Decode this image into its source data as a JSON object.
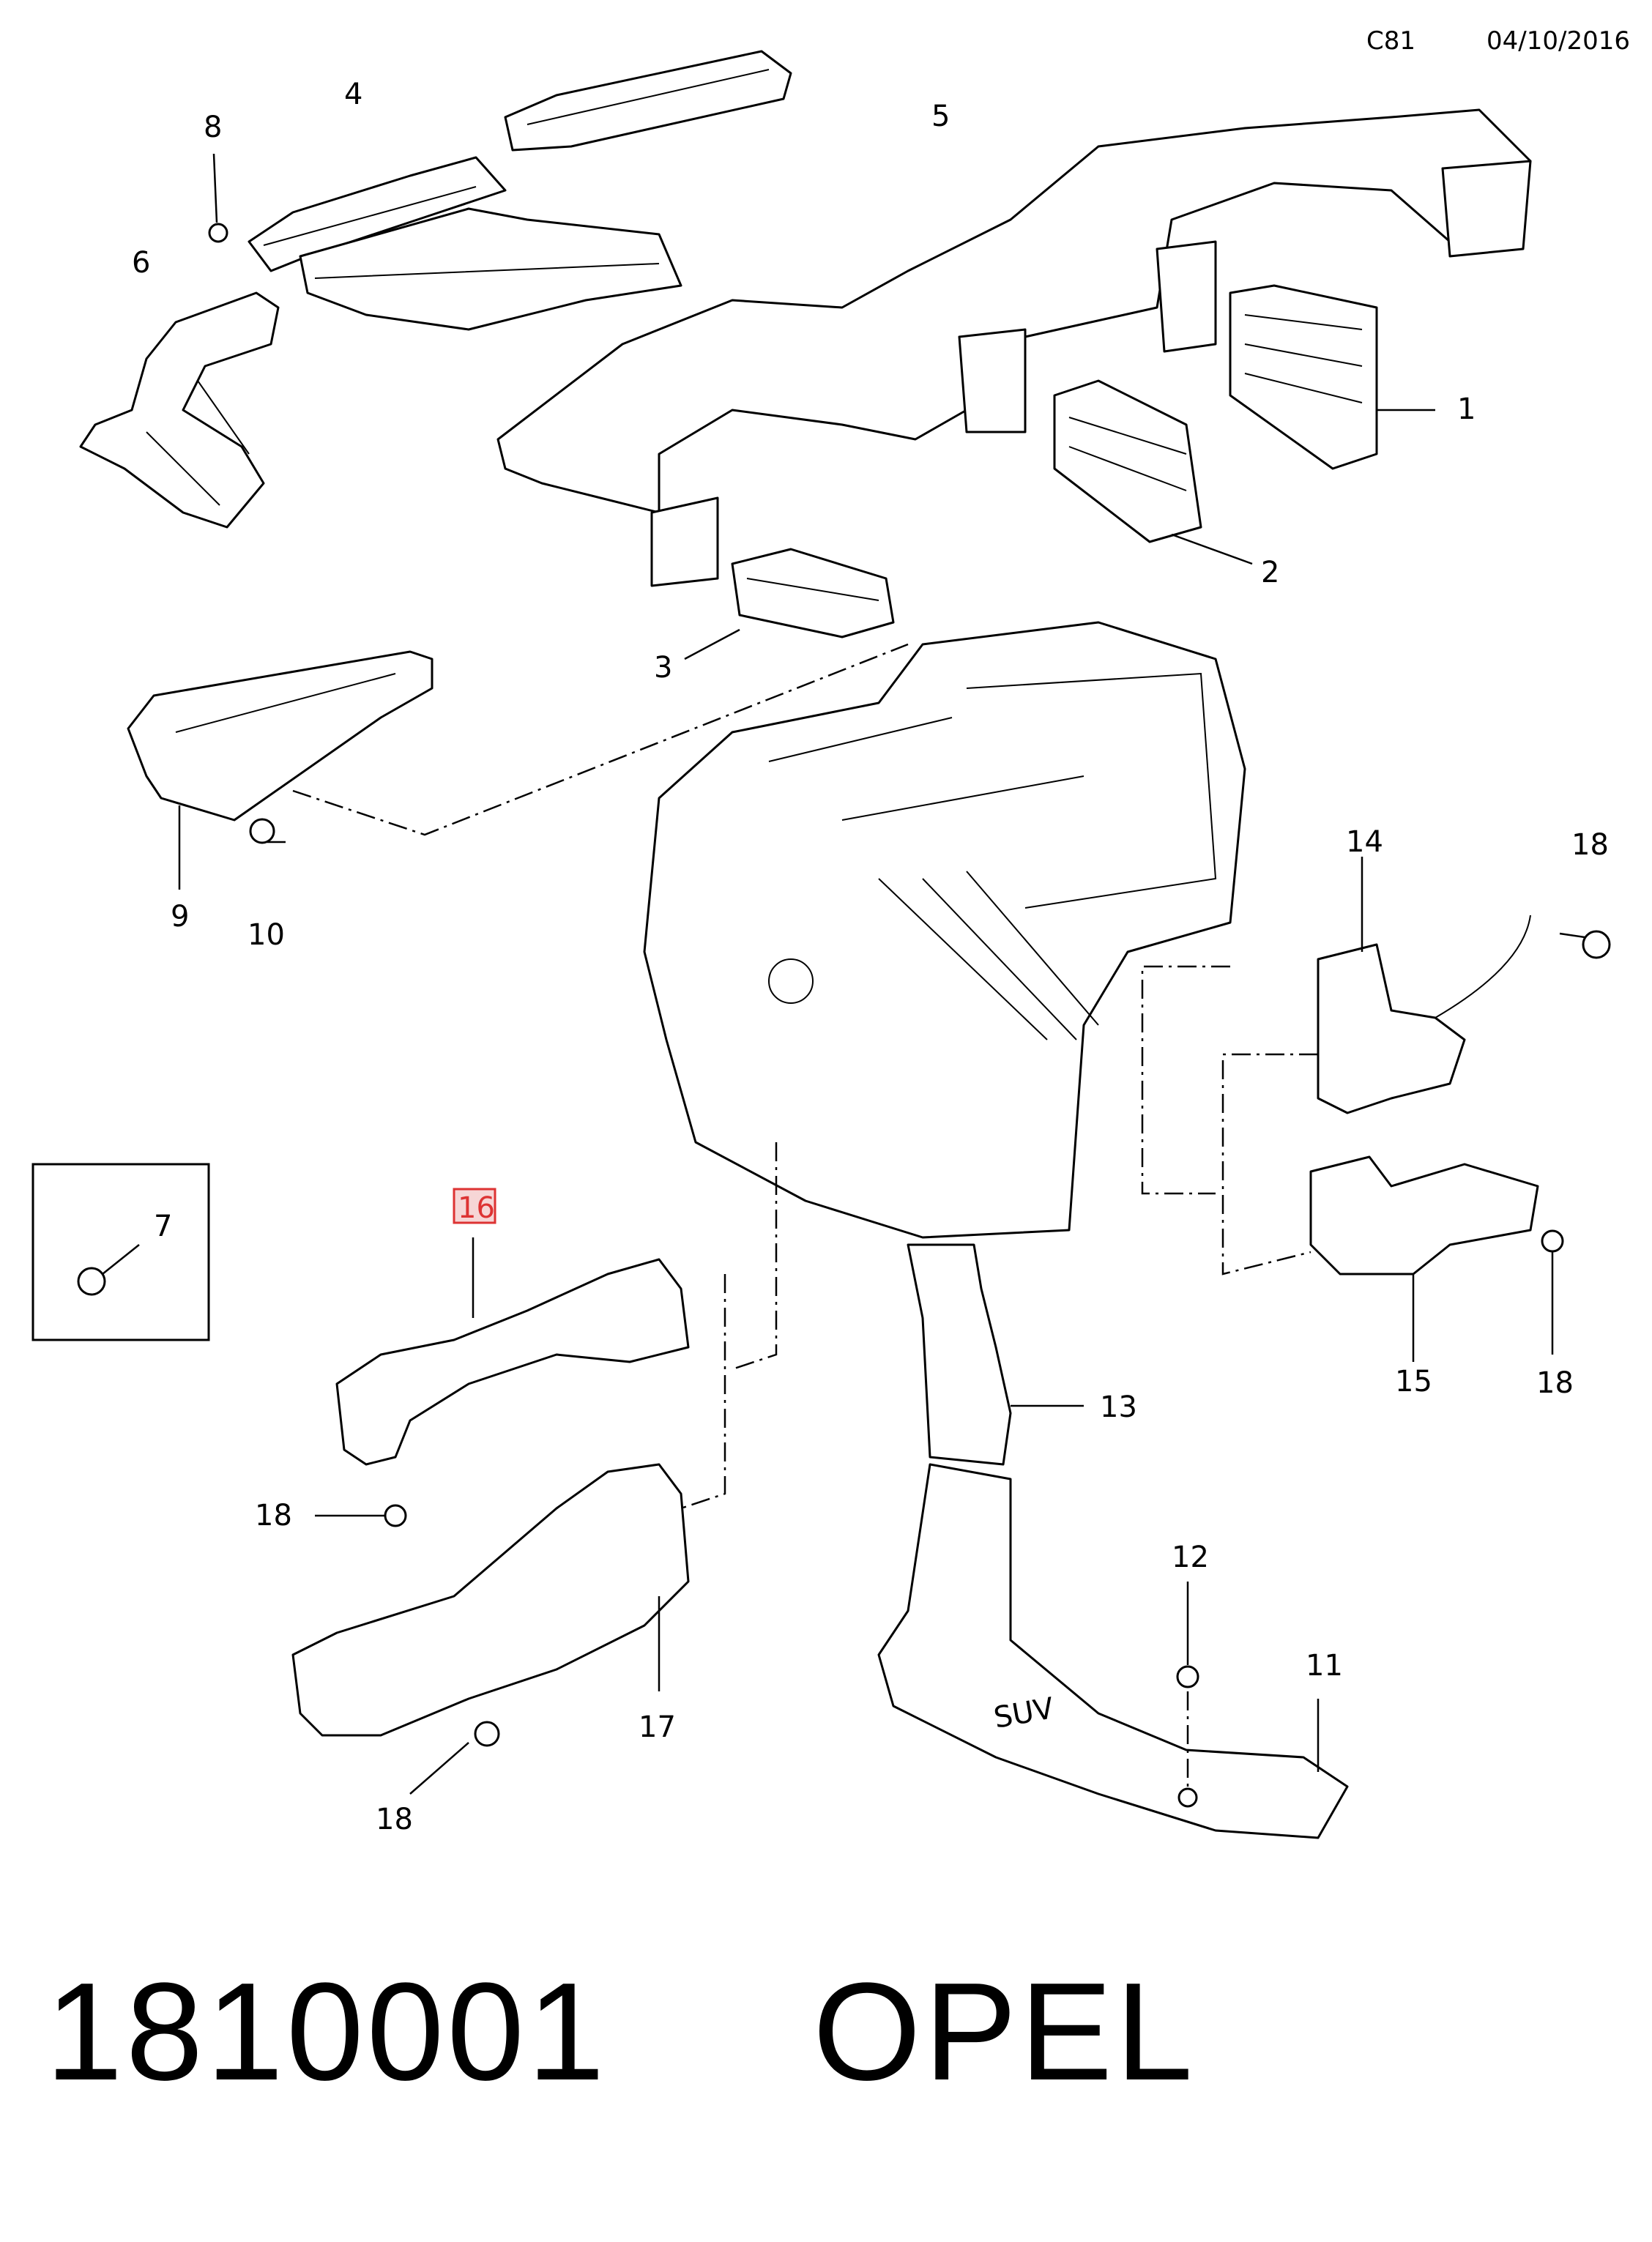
{
  "header": {
    "code": "C81",
    "date": "04/10/2016"
  },
  "footer": {
    "part_number": "1810001",
    "brand": "OPEL"
  },
  "callouts": {
    "c1": "1",
    "c2": "2",
    "c3": "3",
    "c4": "4",
    "c5": "5",
    "c6": "6",
    "c7": "7",
    "c8": "8",
    "c9": "9",
    "c10": "10",
    "c11": "11",
    "c12": "12",
    "c13": "13",
    "c14": "14",
    "c15": "15",
    "c16": "16",
    "c17": "17",
    "c18a": "18",
    "c18b": "18",
    "c18c": "18",
    "c18d": "18"
  },
  "embossed_label": "SUV",
  "highlight_color": "#d33333"
}
